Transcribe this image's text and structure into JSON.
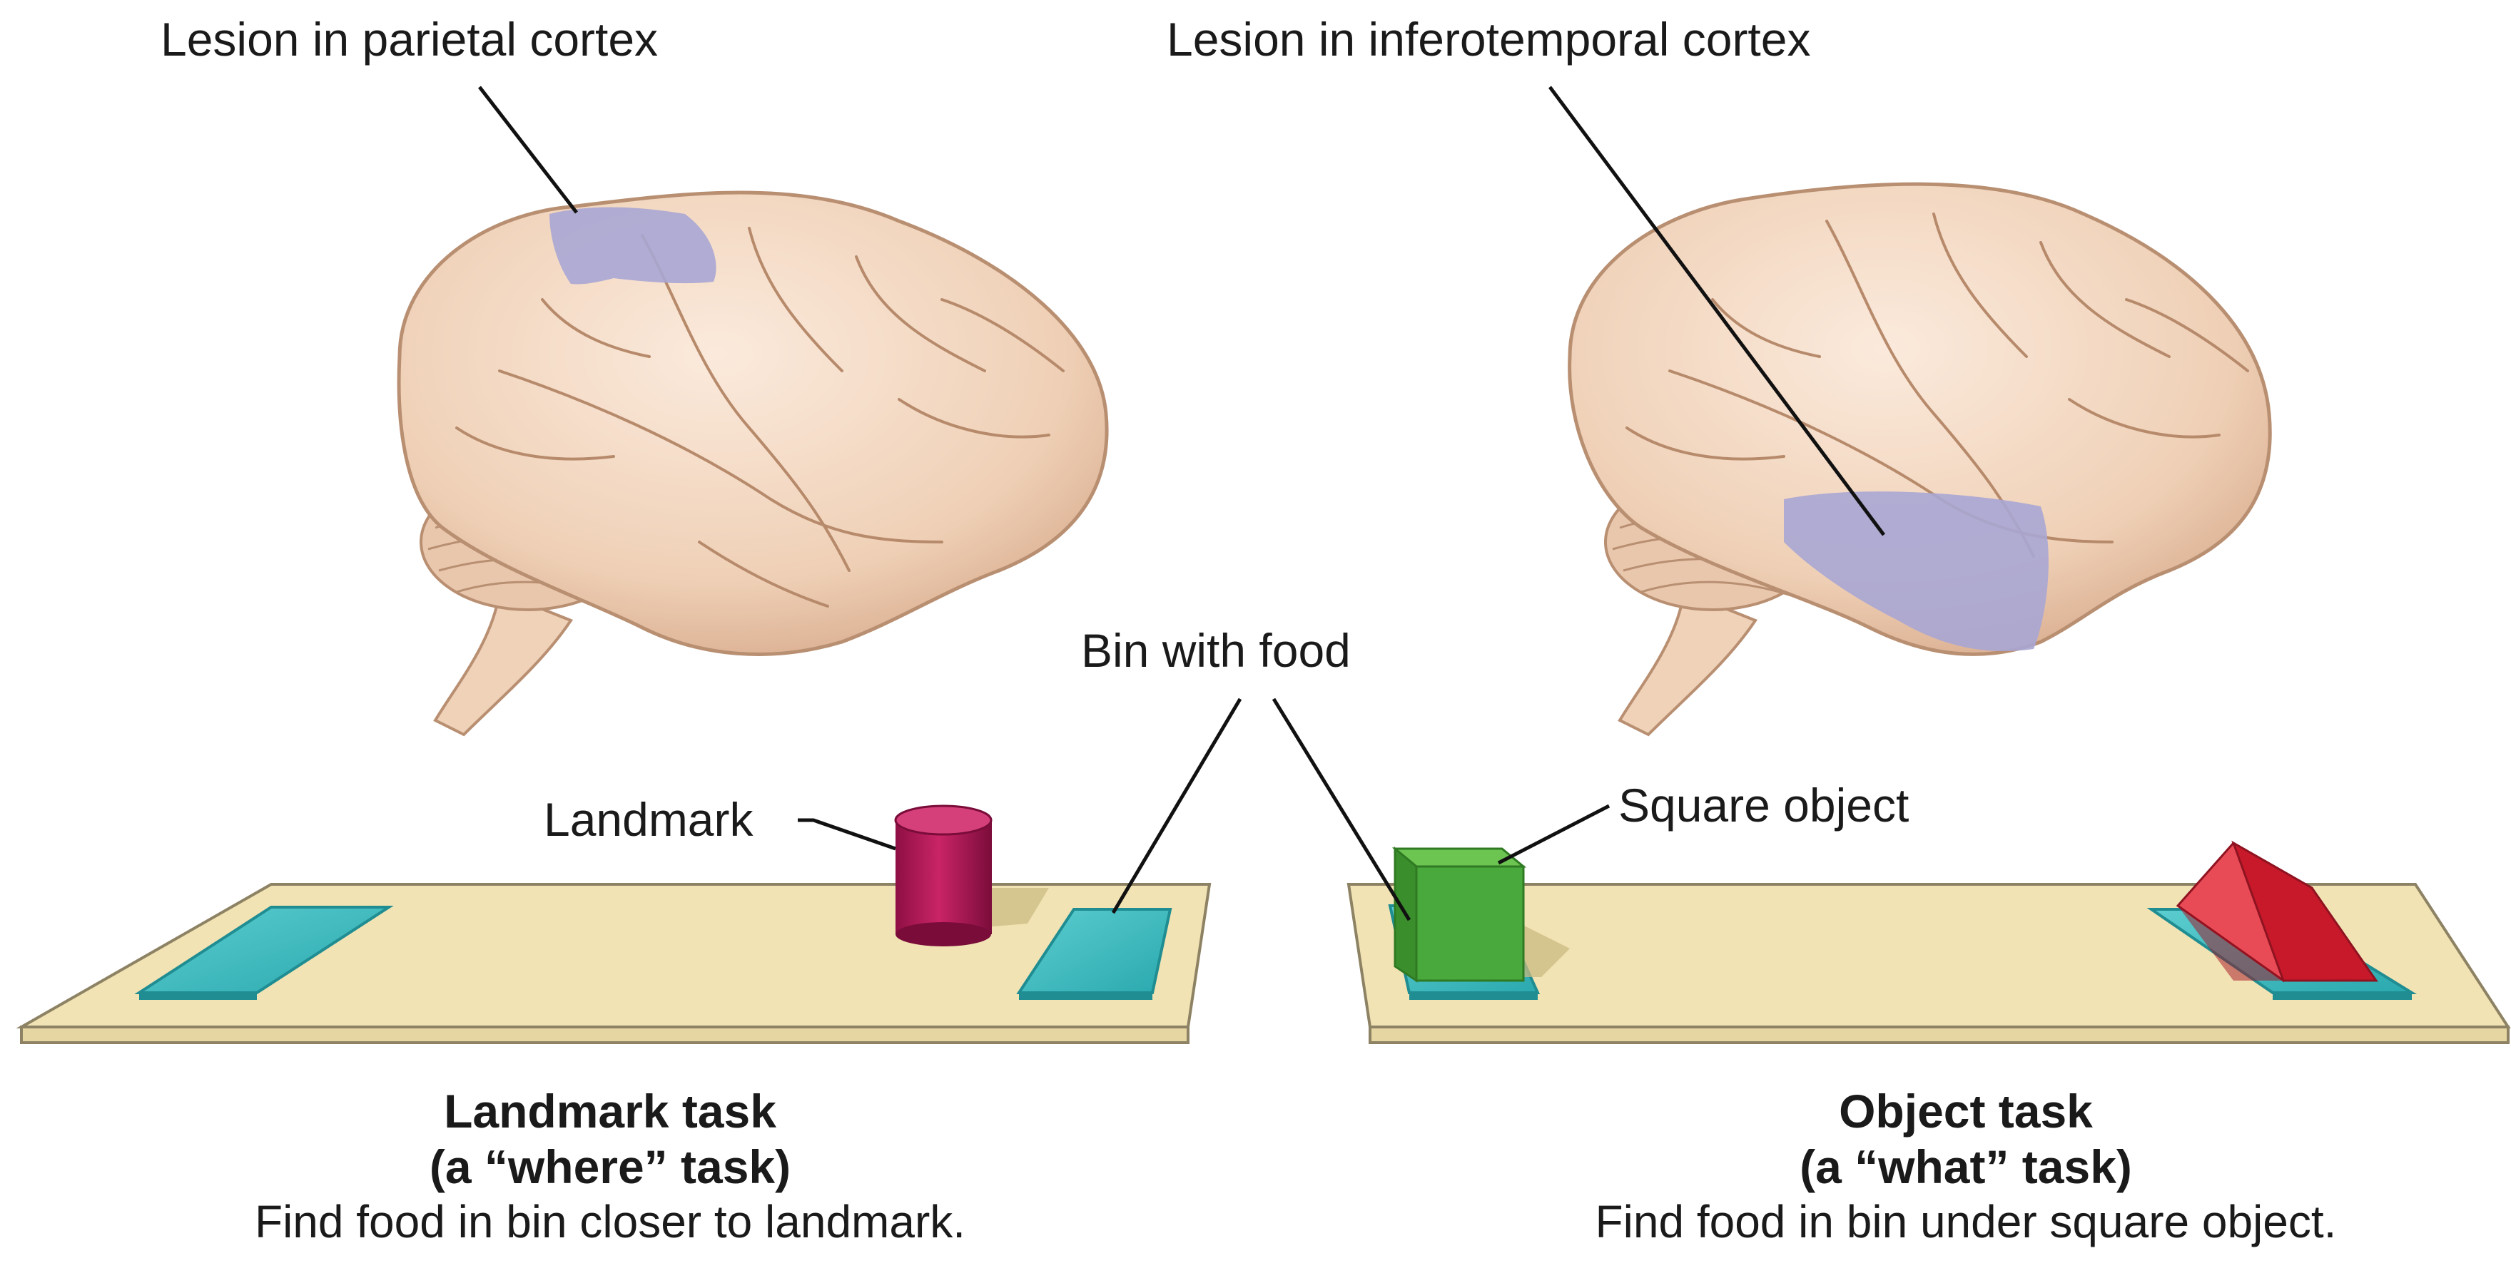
{
  "labels": {
    "parietal_lesion": "Lesion in parietal cortex",
    "inferotemporal_lesion": "Lesion in inferotemporal cortex",
    "bin_with_food": "Bin with food",
    "landmark": "Landmark",
    "square_object": "Square object"
  },
  "captions": {
    "left": {
      "title": "Landmark task",
      "subtitle": "(a “where” task)",
      "description": "Find food in bin closer to landmark."
    },
    "right": {
      "title": "Object task",
      "subtitle": "(a “what” task)",
      "description": "Find food in bin under square object."
    }
  },
  "colors": {
    "brain": "#f3d9c4",
    "brain_shadow": "#d9b49a",
    "lesion": "#a9a6d4",
    "table": "#f1e3b4",
    "bin": "#3fbcc0",
    "landmark": "#b8195a",
    "square_object": "#4aa93c",
    "triangle_object": "#e0283a"
  }
}
